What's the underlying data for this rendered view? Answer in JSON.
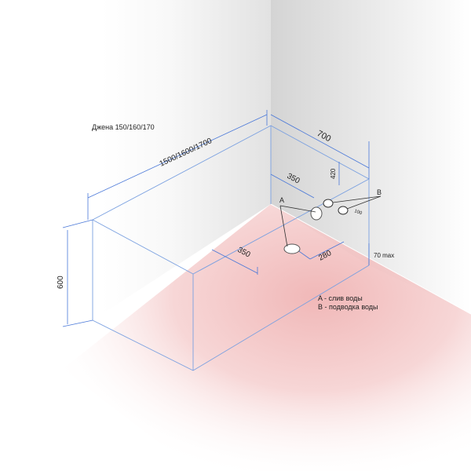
{
  "model_label": "Джена 150/160/170",
  "dimensions": {
    "length": "1500/1600/1700",
    "width": "700",
    "height": "600",
    "drain_offset_wall": "350",
    "drain_offset_side": "350",
    "drain_offset_floor": "280",
    "supply_height": "420",
    "supply_spacing": "100",
    "floor_gap": "70 max"
  },
  "markers": {
    "drain": "A",
    "supply": "B"
  },
  "legend": {
    "drain": "A - слив воды",
    "supply": "B - подводка воды"
  },
  "colors": {
    "dimension_line": "#4a78d8",
    "outline": "#7aa0e0",
    "floor_tint": "#f3c4c4",
    "wall_shade": "#d9d9d9"
  }
}
